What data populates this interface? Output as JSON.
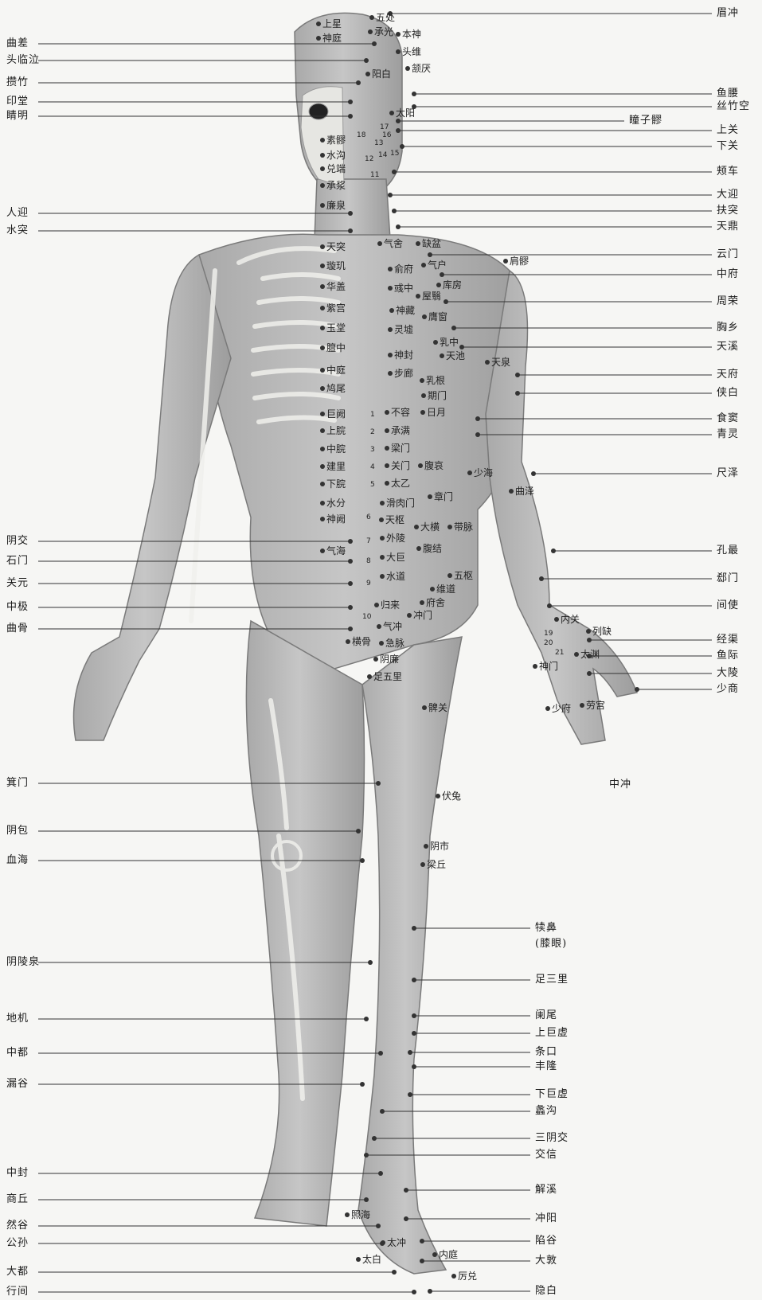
{
  "colors": {
    "background": "#f6f6f4",
    "skin": "#bdbdbd",
    "skin_dark": "#8f8f8f",
    "bone": "#e8e8e4",
    "line": "#333333",
    "point": "#333333"
  },
  "left_labels": [
    "曲差",
    "头临泣",
    "攒竹",
    "印堂",
    "睛明",
    "人迎",
    "水突",
    "阴交",
    "石门",
    "关元",
    "中极",
    "曲骨",
    "箕门",
    "阴包",
    "血海",
    "阴陵泉",
    "地机",
    "中都",
    "漏谷",
    "中封",
    "商丘",
    "然谷",
    "公孙",
    "大都",
    "行间"
  ],
  "right_labels": [
    "眉冲",
    "鱼腰",
    "丝竹空",
    "瞳子髎",
    "上关",
    "下关",
    "颊车",
    "大迎",
    "扶突",
    "天鼎",
    "云门",
    "中府",
    "周荣",
    "胸乡",
    "天溪",
    "天府",
    "侠白",
    "食窦",
    "青灵",
    "尺泽",
    "孔最",
    "郄门",
    "间使",
    "经渠",
    "鱼际",
    "大陵",
    "少商",
    "中冲",
    "犊鼻",
    "(膝眼)",
    "足三里",
    "阑尾",
    "上巨虚",
    "条口",
    "丰隆",
    "下巨虚",
    "蠡沟",
    "三阴交",
    "交信",
    "解溪",
    "冲阳",
    "陷谷",
    "大敦",
    "隐白"
  ],
  "center_labels": [
    "上星",
    "五处",
    "神庭",
    "承光",
    "本神",
    "头维",
    "颔厌",
    "阳白",
    "太阳",
    "素髎",
    "水沟",
    "兑端",
    "承浆",
    "廉泉",
    "天突",
    "璇玑",
    "华盖",
    "紫宫",
    "玉堂",
    "膻中",
    "中庭",
    "鸠尾",
    "巨阙",
    "上脘",
    "中脘",
    "建里",
    "下脘",
    "水分",
    "神阙",
    "气海",
    "气舍",
    "缺盆",
    "俞府",
    "气户",
    "彧中",
    "库房",
    "屋翳",
    "神藏",
    "膺窗",
    "灵墟",
    "乳中",
    "神封",
    "天池",
    "步廊",
    "乳根",
    "期门",
    "日月",
    "不容",
    "承满",
    "梁门",
    "关门",
    "太乙",
    "滑肉门",
    "天枢",
    "外陵",
    "大巨",
    "水道",
    "归来",
    "气冲",
    "急脉",
    "横骨",
    "阴廉",
    "足五里",
    "冲门",
    "府舍",
    "维道",
    "五枢",
    "带脉",
    "大横",
    "腹结",
    "腹哀",
    "章门",
    "天泉",
    "肩髎",
    "少海",
    "曲泽",
    "内关",
    "列缺",
    "太渊",
    "神门",
    "劳宫",
    "少府",
    "髀关",
    "伏兔",
    "阴市",
    "梁丘",
    "照海",
    "太冲",
    "太白",
    "内庭",
    "厉兑"
  ],
  "numbers": [
    "1",
    "2",
    "3",
    "4",
    "5",
    "6",
    "7",
    "8",
    "9",
    "10",
    "11",
    "12",
    "13",
    "14",
    "15",
    "16",
    "17",
    "18",
    "19",
    "20",
    "21"
  ]
}
